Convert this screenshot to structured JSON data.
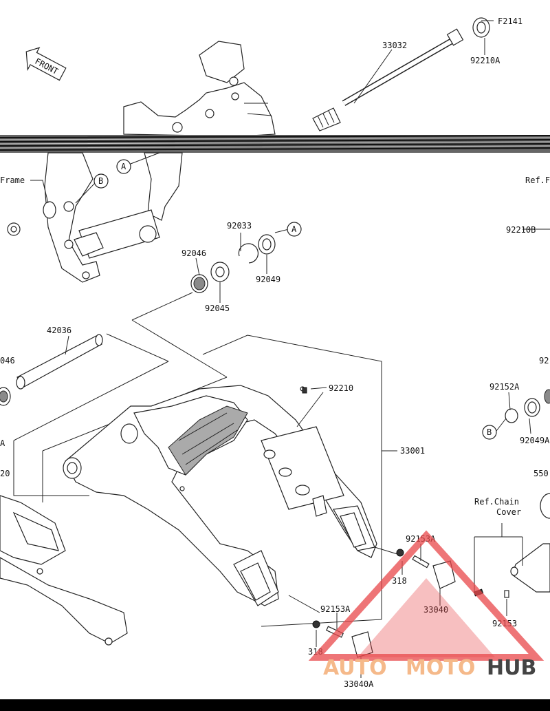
{
  "direction_marker": {
    "text": "FRONT"
  },
  "refs": {
    "frame": "Frame",
    "ref_right_top": "Ref.F",
    "chain_cover_line1": "Ref.Chain",
    "chain_cover_line2": "Cover"
  },
  "part_labels": {
    "f2141": "F2141",
    "p33032": "33032",
    "p92210A": "92210A",
    "p92210B": "92210B",
    "p92033": "92033",
    "p92046": "92046",
    "p92049": "92049",
    "p92045": "92045",
    "p42036": "42036",
    "p92046_left": "046",
    "p92210": "92210",
    "p33001": "33001",
    "p92152A": "92152A",
    "p92049A": "92049A",
    "p92_right": "92",
    "p550": "550",
    "p92153A_1": "92153A",
    "p318_1": "318",
    "p33040": "33040",
    "p92153": "92153",
    "p92153A_2": "92153A",
    "p318_2": "318",
    "p33040A": "33040A",
    "left_A": "A",
    "left_20": "20"
  },
  "callouts": {
    "a": "A",
    "b": "B"
  },
  "watermark": {
    "part1": "AUTO",
    "part2": "MOTO",
    "part3": "HUB",
    "color_light": "#f5b98a",
    "color_dark": "#444444",
    "triangle_color": "#e8474a"
  }
}
